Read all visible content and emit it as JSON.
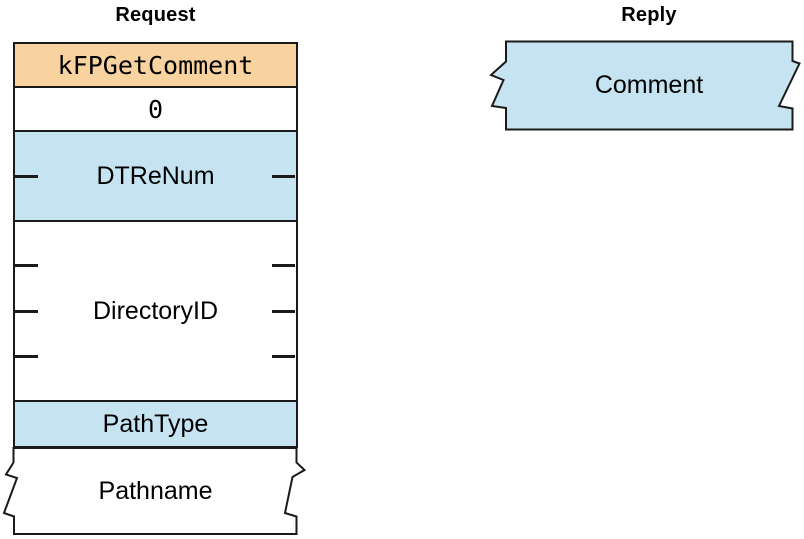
{
  "colors": {
    "constant_orange": "#f8d3a0",
    "field_blue": "#c6e3f1",
    "border": "#1a1a1a"
  },
  "request": {
    "title": "Request",
    "fields": [
      {
        "label": "kFPGetComment",
        "style": "constant",
        "bytes": 1
      },
      {
        "label": "0",
        "style": "pad",
        "bytes": 1
      },
      {
        "label": "DTReNum",
        "style": "field",
        "bytes": 2
      },
      {
        "label": "DirectoryID",
        "style": "field",
        "bytes": 4
      },
      {
        "label": "PathType",
        "style": "field",
        "bytes": 1
      },
      {
        "label": "Pathname",
        "style": "variable-length",
        "bytes": 2
      }
    ]
  },
  "reply": {
    "title": "Reply",
    "fields": [
      {
        "label": "Comment",
        "style": "variable-length",
        "bytes": 2
      }
    ]
  }
}
